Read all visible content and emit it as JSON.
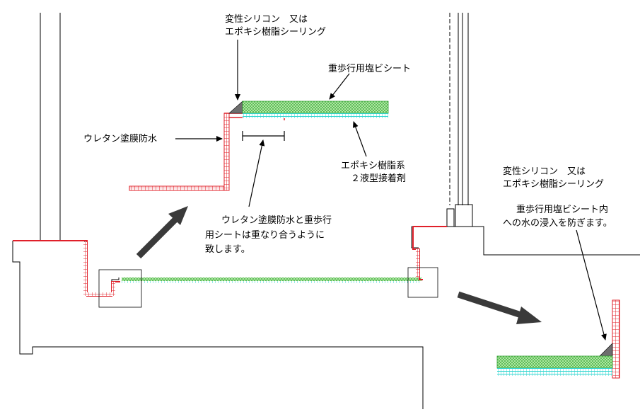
{
  "labels": {
    "sealant_top_line1": "変性シリコン　又は",
    "sealant_top_line2": "エポキシ樹脂シーリング",
    "pvc_sheet": "重歩行用塩ビシート",
    "urethan_coating": "ウレタン塗膜防水",
    "epoxy_line1": "エポキシ樹脂系",
    "epoxy_line2": "２液型接着剤",
    "overlap_line1": "ウレタン塗膜防水と重歩行",
    "overlap_line2": "用シートは重なり合うように",
    "overlap_line3": "致します。",
    "sealant_right_line1": "変性シリコン　又は",
    "sealant_right_line2": "エポキシ樹脂シーリング",
    "note_line1": "重歩行用塩ビシート内",
    "note_line2": "への水の浸入を防ぎます。"
  },
  "colors": {
    "urethane": "#e0202a",
    "sheet_fill": "#9be08c",
    "sheet_hatch": "#1a8a1a",
    "adhesive": "#33d6d0",
    "sealant": "#6e6e6e",
    "arrow": "#3a3a3a"
  }
}
